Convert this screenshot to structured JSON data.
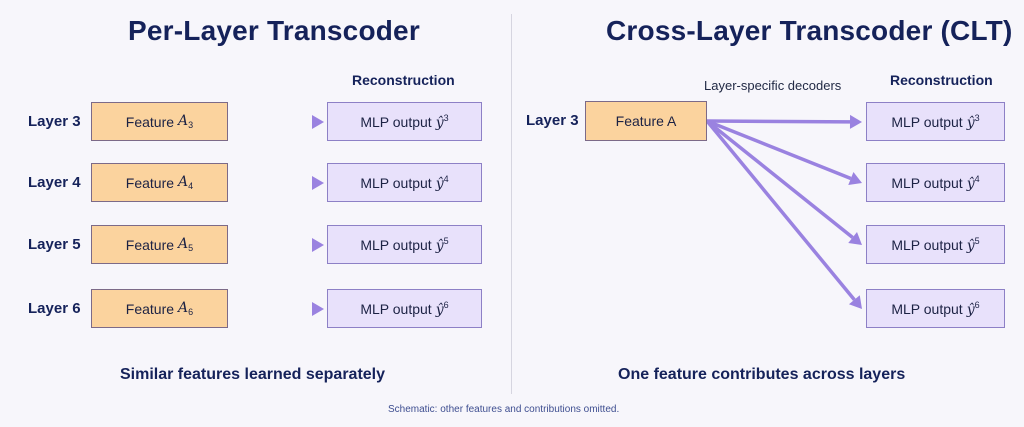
{
  "left": {
    "title": "Per-Layer Transcoder",
    "reconstruction_header": "Reconstruction",
    "rows": [
      {
        "layer": "Layer 3",
        "feature": "Feature",
        "feature_sym": "A",
        "feature_sub": "3",
        "output": "MLP output",
        "output_sym": "ŷ",
        "output_sup": "3"
      },
      {
        "layer": "Layer 4",
        "feature": "Feature",
        "feature_sym": "A",
        "feature_sub": "4",
        "output": "MLP output",
        "output_sym": "ŷ",
        "output_sup": "4"
      },
      {
        "layer": "Layer 5",
        "feature": "Feature",
        "feature_sym": "A",
        "feature_sub": "5",
        "output": "MLP output",
        "output_sym": "ŷ",
        "output_sup": "5"
      },
      {
        "layer": "Layer 6",
        "feature": "Feature",
        "feature_sym": "A",
        "feature_sub": "6",
        "output": "MLP output",
        "output_sym": "ŷ",
        "output_sup": "6"
      }
    ],
    "caption": "Similar features learned separately"
  },
  "right": {
    "title": "Cross-Layer Transcoder (CLT)",
    "decoders_label": "Layer-specific decoders",
    "reconstruction_header": "Reconstruction",
    "layer": "Layer 3",
    "feature": "Feature A",
    "outputs": [
      {
        "output": "MLP output",
        "output_sym": "ŷ",
        "output_sup": "3"
      },
      {
        "output": "MLP output",
        "output_sym": "ŷ",
        "output_sup": "4"
      },
      {
        "output": "MLP output",
        "output_sym": "ŷ",
        "output_sup": "5"
      },
      {
        "output": "MLP output",
        "output_sym": "ŷ",
        "output_sup": "6"
      }
    ],
    "caption": "One feature contributes across layers"
  },
  "footnote": "Schematic: other features and contributions omitted.",
  "colors": {
    "feature_fill": "#fbd39e",
    "output_fill": "#e8e1fb",
    "arrow": "#9a82e0"
  }
}
